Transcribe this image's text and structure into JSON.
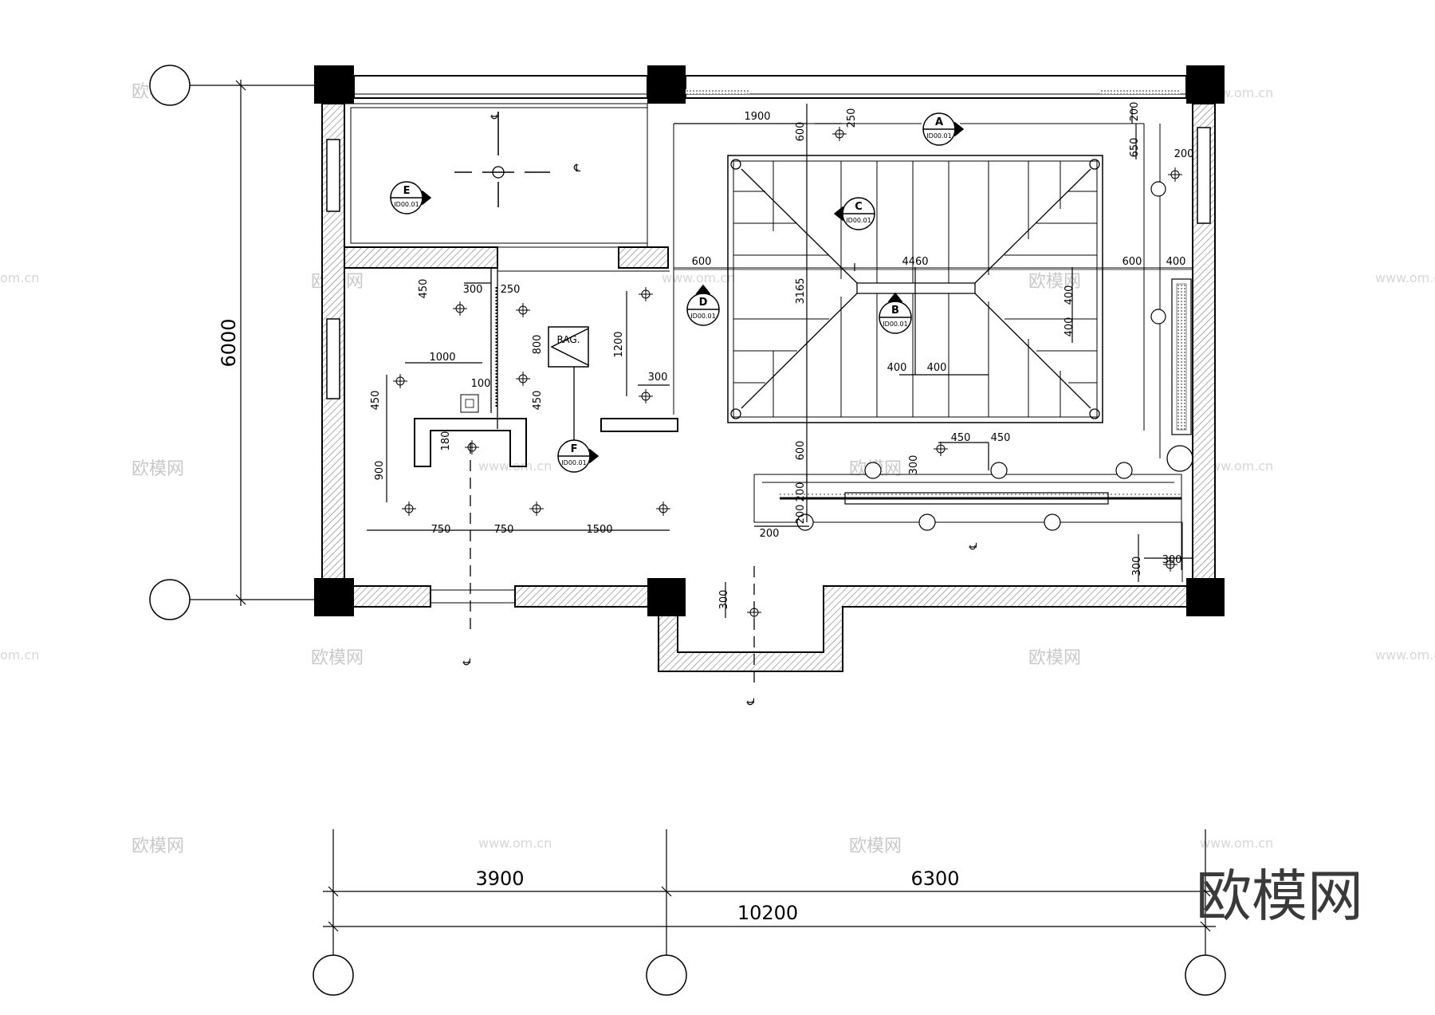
{
  "drawing": {
    "dims": {
      "overall_height": "6000",
      "bay_left": "3900",
      "bay_right": "6300",
      "overall_width": "10200"
    },
    "interior_dims": {
      "d1900": "1900",
      "d250": "250",
      "d600a": "600",
      "d200a": "200",
      "d650": "650",
      "d200b": "200",
      "d600_left": "600",
      "d4460": "4460",
      "d600_right": "600",
      "d400_right": "400",
      "d3165": "3165",
      "d400v1": "400",
      "d400v2": "400",
      "d400h1": "400",
      "d400h2": "400",
      "d450v": "450",
      "d300a": "300",
      "d250b": "250",
      "d1000": "1000",
      "d800": "800",
      "d1200": "1200",
      "d300b": "300",
      "d450c": "450",
      "d100": "100",
      "d450d": "450",
      "d180": "180",
      "d900": "900",
      "d750a": "750",
      "d750b": "750",
      "d1500": "1500",
      "d600b": "600",
      "d450e": "450",
      "d450f": "450",
      "d300c": "300",
      "d200c": "200",
      "d200d": "200",
      "d200e": "200",
      "d300d": "300",
      "d300e": "300",
      "d300f": "300"
    },
    "section_tags": [
      {
        "letter": "A",
        "sub": "ID00.01"
      },
      {
        "letter": "B",
        "sub": "ID00.01"
      },
      {
        "letter": "C",
        "sub": "ID00.01"
      },
      {
        "letter": "D",
        "sub": "ID00.01"
      },
      {
        "letter": "E",
        "sub": "ID00.01"
      },
      {
        "letter": "F",
        "sub": "ID00.01"
      }
    ],
    "labels": {
      "rag": "RAG.",
      "axis_mark": "℄"
    }
  },
  "watermark": {
    "cn": "欧模网",
    "url": "www.om.cn",
    "url_short": "om.cn",
    "logo": "欧模网"
  }
}
